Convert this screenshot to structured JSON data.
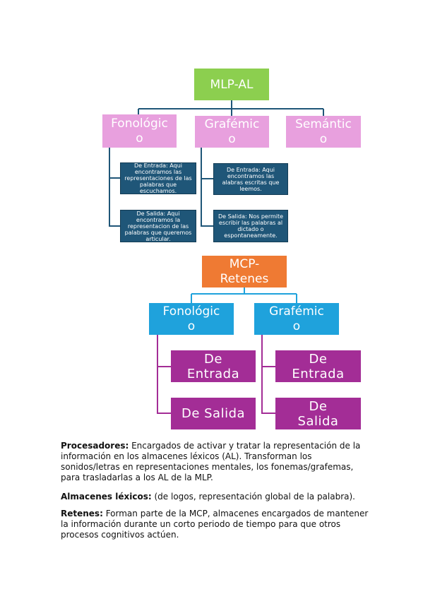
{
  "diagram1": {
    "root": "MLP-AL",
    "level1": [
      "Fonológic\no",
      "Grafémic\no",
      "Semántic\no"
    ],
    "fono_children": [
      "De Entrada: Aqui encontramos las representaciones de las palabras que escuchamos.",
      "De Salida: Aqui encontramos la representacion de las palabras que queremos articular."
    ],
    "graf_children": [
      "De Entrada: Aqui encontramos las alabras escritas que leemos.",
      "De Salida: Nos permite escribir las palabras al dictado o espontaneamente."
    ]
  },
  "diagram2": {
    "root": "MCP-\nRetenes",
    "level1": [
      "Fonológic\no",
      "Grafémic\no"
    ],
    "fono_children": [
      "De\nEntrada",
      "De Salida"
    ],
    "graf_children": [
      "De\nEntrada",
      "De\nSalida"
    ]
  },
  "paragraphs": [
    {
      "term": "Procesadores:",
      "text": " Encargados de activar y tratar la representación de la información en los almacenes léxicos (AL). Transforman los sonidos/letras en representaciones mentales, los fonemas/grafemas, para trasladarlas a los AL de la MLP."
    },
    {
      "term": "Almacenes léxicos:",
      "text": " (de logos, representación global de la palabra)."
    },
    {
      "term": "Retenes:",
      "text": " Forman parte de la MCP, almacenes encargados de mantener la información durante un corto periodo de tiempo para que otros procesos cognitivos actúen."
    }
  ],
  "colors": {
    "green": "#8ccf4f",
    "pink": "#e8a0de",
    "navy": "#1f5678",
    "orange": "#ef7a33",
    "cyan": "#1fa2dc",
    "magenta": "#a32d96"
  }
}
